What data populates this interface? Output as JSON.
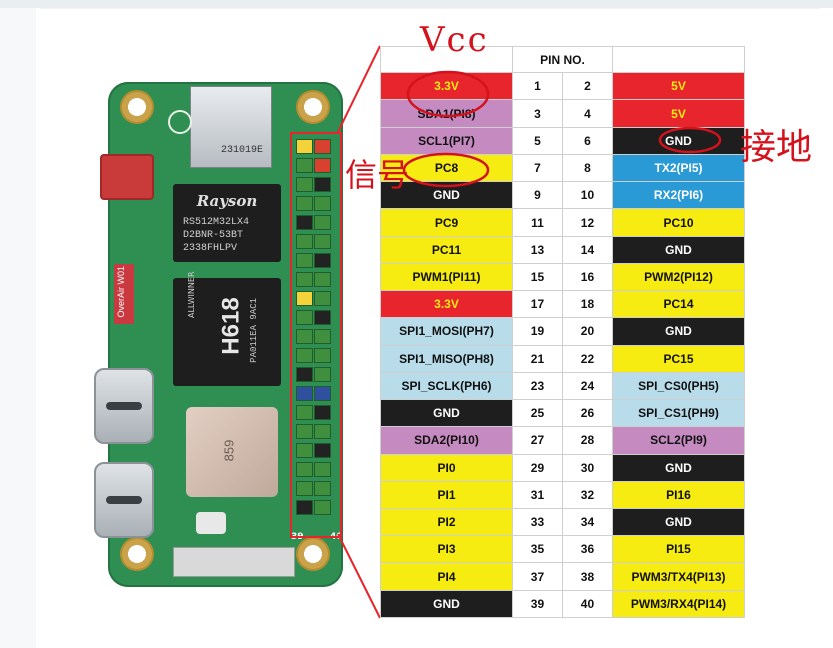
{
  "table": {
    "header": "PIN NO.",
    "rows": [
      {
        "left": "3.3V",
        "lc": "red",
        "p1": "1",
        "p2": "2",
        "right": "5V",
        "rc": "red"
      },
      {
        "left": "SDA1(PI8)",
        "lc": "purple",
        "p1": "3",
        "p2": "4",
        "right": "5V",
        "rc": "red"
      },
      {
        "left": "SCL1(PI7)",
        "lc": "purple",
        "p1": "5",
        "p2": "6",
        "right": "GND",
        "rc": "black"
      },
      {
        "left": "PC8",
        "lc": "yellow",
        "p1": "7",
        "p2": "8",
        "right": "TX2(PI5)",
        "rc": "blue"
      },
      {
        "left": "GND",
        "lc": "black",
        "p1": "9",
        "p2": "10",
        "right": "RX2(PI6)",
        "rc": "blue"
      },
      {
        "left": "PC9",
        "lc": "yellow",
        "p1": "11",
        "p2": "12",
        "right": "PC10",
        "rc": "yellow"
      },
      {
        "left": "PC11",
        "lc": "yellow",
        "p1": "13",
        "p2": "14",
        "right": "GND",
        "rc": "black"
      },
      {
        "left": "PWM1(PI11)",
        "lc": "yellow",
        "p1": "15",
        "p2": "16",
        "right": "PWM2(PI12)",
        "rc": "yellow"
      },
      {
        "left": "3.3V",
        "lc": "red",
        "p1": "17",
        "p2": "18",
        "right": "PC14",
        "rc": "yellow"
      },
      {
        "left": "SPI1_MOSI(PH7)",
        "lc": "lightblue",
        "p1": "19",
        "p2": "20",
        "right": "GND",
        "rc": "black"
      },
      {
        "left": "SPI1_MISO(PH8)",
        "lc": "lightblue",
        "p1": "21",
        "p2": "22",
        "right": "PC15",
        "rc": "yellow"
      },
      {
        "left": "SPI_SCLK(PH6)",
        "lc": "lightblue",
        "p1": "23",
        "p2": "24",
        "right": "SPI_CS0(PH5)",
        "rc": "lightblue"
      },
      {
        "left": "GND",
        "lc": "black",
        "p1": "25",
        "p2": "26",
        "right": "SPI_CS1(PH9)",
        "rc": "lightblue"
      },
      {
        "left": "SDA2(PI10)",
        "lc": "purple",
        "p1": "27",
        "p2": "28",
        "right": "SCL2(PI9)",
        "rc": "purple"
      },
      {
        "left": "PI0",
        "lc": "yellow",
        "p1": "29",
        "p2": "30",
        "right": "GND",
        "rc": "black"
      },
      {
        "left": "PI1",
        "lc": "yellow",
        "p1": "31",
        "p2": "32",
        "right": "PI16",
        "rc": "yellow"
      },
      {
        "left": "PI2",
        "lc": "yellow",
        "p1": "33",
        "p2": "34",
        "right": "GND",
        "rc": "black"
      },
      {
        "left": "PI3",
        "lc": "yellow",
        "p1": "35",
        "p2": "36",
        "right": "PI15",
        "rc": "yellow"
      },
      {
        "left": "PI4",
        "lc": "yellow",
        "p1": "37",
        "p2": "38",
        "right": "PWM3/TX4(PI13)",
        "rc": "yellow"
      },
      {
        "left": "GND",
        "lc": "black",
        "p1": "39",
        "p2": "40",
        "right": "PWM3/RX4(PI14)",
        "rc": "yellow"
      }
    ]
  },
  "colors": {
    "red": "#e8242d",
    "purple": "#c58ac0",
    "black": "#1e1e1e",
    "yellow": "#f7ec12",
    "blue": "#2a9ad7",
    "lightblue": "#b8dcea",
    "green_board": "#2f8f52",
    "annotation": "#d4121c"
  },
  "board": {
    "sd_label": "231019E",
    "chip1": {
      "brand": "Rayson",
      "lines": [
        "RS512M32LX4",
        "D2BNR-53BT",
        "2338FHLPV"
      ]
    },
    "soc": {
      "brand": "ALLWINNER",
      "model": "H618",
      "lines": [
        "PA011EA",
        "9AC1"
      ]
    },
    "module": "859",
    "side_label": "OverAir",
    "side_label2": "W01",
    "pin_label_top": "40",
    "pin_label_bottom": "39"
  },
  "annotations": {
    "vcc": "Vcc",
    "ground": "接地",
    "signal": "信号"
  }
}
